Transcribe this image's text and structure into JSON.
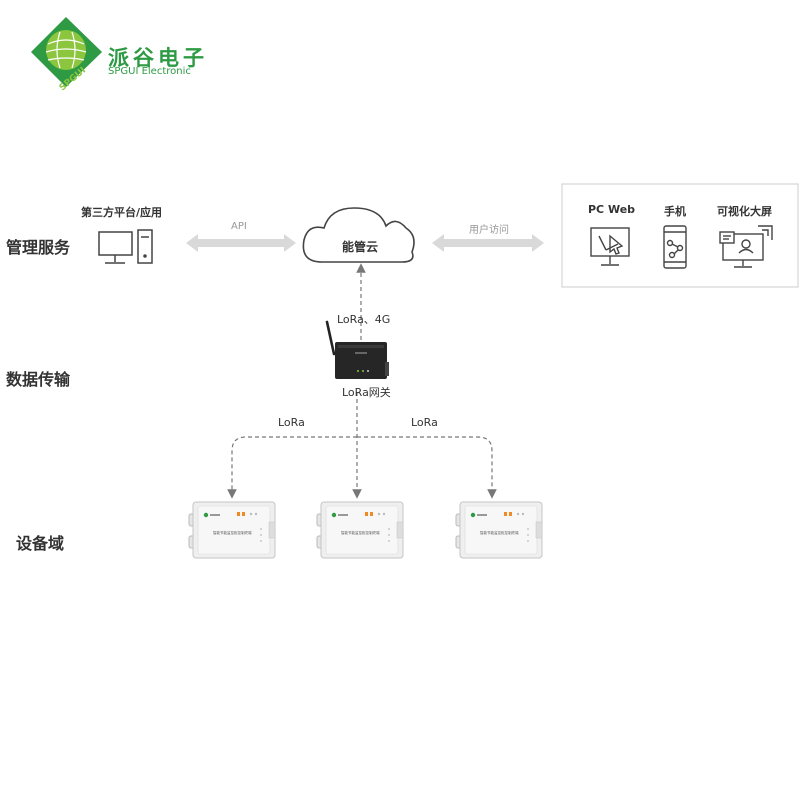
{
  "brand": {
    "name_cn": "派谷电子",
    "name_en": "SPGUI Electronic",
    "logo_text": "SPGUI",
    "color": "#2e9a44"
  },
  "layers": {
    "management": "管理服务",
    "transmission": "数据传输",
    "device": "设备域"
  },
  "third_party": {
    "label": "第三方平台/应用"
  },
  "links": {
    "api": "API",
    "user_access": "用户访问",
    "uplink": "LoRa、4G",
    "left_branch": "LoRa",
    "right_branch": "LoRa"
  },
  "cloud": {
    "label": "能管云"
  },
  "clients": [
    {
      "label": "PC Web",
      "icon": "monitor-cursor-icon"
    },
    {
      "label": "手机",
      "icon": "phone-share-icon"
    },
    {
      "label": "可视化大屏",
      "icon": "dashboard-screen-icon"
    }
  ],
  "gateway": {
    "label": "LoRa网关"
  },
  "devices": [
    {
      "title": "智能节能监控柜控制终端"
    },
    {
      "title": "智能节能监控柜控制终端"
    },
    {
      "title": "智能节能监控柜控制终端"
    }
  ],
  "colors": {
    "arrow": "#d9d9d9",
    "dashed": "#777777",
    "text": "#333333"
  }
}
